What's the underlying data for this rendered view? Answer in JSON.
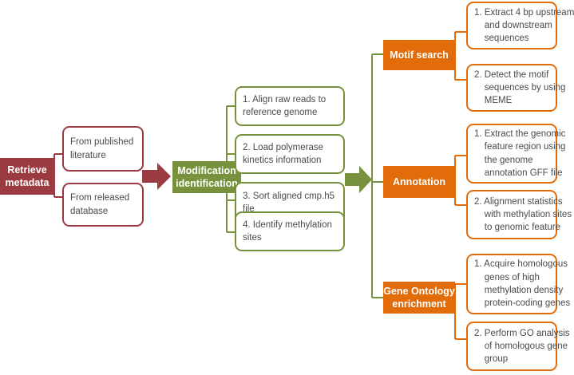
{
  "colors": {
    "retrieve": "#9b3a40",
    "modification": "#76923c",
    "analysis": "#e36c0a"
  },
  "retrieve": {
    "title": "Retrieve\nmetadata",
    "sources": [
      "From published\nliterature",
      "From released\ndatabase"
    ]
  },
  "modification": {
    "title": "Modification\nidentification",
    "steps": [
      "1. Align raw reads to\nreference genome",
      "2. Load polymerase\nkinetics information",
      "3. Sort aligned cmp.h5\nfile",
      "4. Identify methylation\nsites"
    ]
  },
  "motif": {
    "title": "Motif search",
    "steps": [
      "1. Extract 4 bp upstream\n    and downstream\n    sequences",
      "2. Detect the motif\n    sequences by using\n    MEME"
    ]
  },
  "annotation": {
    "title": "Annotation",
    "steps": [
      "1. Extract the genomic\n    feature region using\n    the genome\n    annotation GFF file",
      "2. Alignment statistics\n    with methylation sites\n    to genomic feature"
    ]
  },
  "go": {
    "title": "Gene Ontology\nenrichment",
    "steps": [
      "1. Acquire homologous\n    genes of high\n    methylation density\n    protein-coding genes",
      "2. Perform GO analysis\n    of homologous gene\n    group"
    ]
  }
}
